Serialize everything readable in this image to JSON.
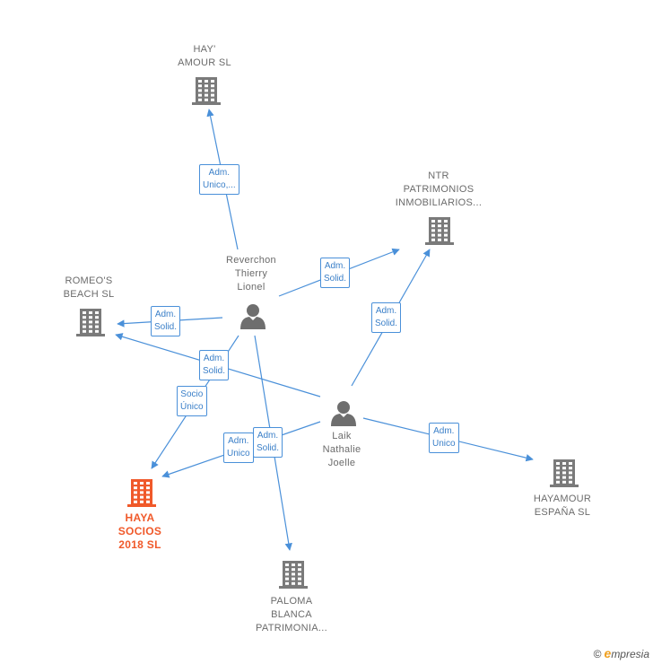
{
  "colors": {
    "company": "#7a7a7a",
    "focus": "#f0592a",
    "person": "#6e6e6e",
    "edge": "#4a90d9"
  },
  "nodes": [
    {
      "id": "hayamour",
      "type": "company",
      "lines": [
        "HAY'",
        "AMOUR  SL"
      ]
    },
    {
      "id": "ntr",
      "type": "company",
      "lines": [
        "NTR",
        "PATRIMONIOS",
        "INMOBILIARIOS..."
      ]
    },
    {
      "id": "romeos",
      "type": "company",
      "lines": [
        "ROMEO'S",
        "BEACH  SL"
      ]
    },
    {
      "id": "reverchon",
      "type": "person",
      "lines": [
        "Reverchon",
        "Thierry",
        "Lionel"
      ]
    },
    {
      "id": "laik",
      "type": "person",
      "lines": [
        "Laik",
        "Nathalie",
        "Joelle"
      ]
    },
    {
      "id": "haya",
      "type": "focus",
      "lines": [
        "HAYA",
        "SOCIOS",
        "2018  SL"
      ]
    },
    {
      "id": "hayamour_es",
      "type": "company",
      "lines": [
        "HAYAMOUR",
        "ESPAÑA  SL"
      ]
    },
    {
      "id": "paloma",
      "type": "company",
      "lines": [
        "PALOMA",
        "BLANCA",
        "PATRIMONIA..."
      ]
    }
  ],
  "edges": [
    {
      "from": "reverchon",
      "to": "hayamour",
      "lines": [
        "Adm.",
        "Unico,..."
      ]
    },
    {
      "from": "reverchon",
      "to": "ntr",
      "lines": [
        "Adm.",
        "Solid."
      ]
    },
    {
      "from": "laik",
      "to": "ntr",
      "lines": [
        "Adm.",
        "Solid."
      ]
    },
    {
      "from": "reverchon",
      "to": "romeos",
      "lines": [
        "Adm.",
        "Solid."
      ]
    },
    {
      "from": "laik",
      "to": "romeos",
      "lines": [
        "Adm.",
        "Solid."
      ]
    },
    {
      "from": "reverchon",
      "to": "haya",
      "lines": [
        "Socio",
        "Único"
      ]
    },
    {
      "from": "laik",
      "to": "haya",
      "lines": [
        "Adm.",
        "Unico"
      ]
    },
    {
      "from": "reverchon",
      "to": "paloma",
      "lines": [
        "Adm.",
        "Solid."
      ]
    },
    {
      "from": "laik",
      "to": "hayamour_es",
      "lines": [
        "Adm.",
        "Unico"
      ]
    }
  ],
  "footer": {
    "copyright": "©",
    "brand_initial": "e",
    "brand_rest": "mpresia"
  }
}
